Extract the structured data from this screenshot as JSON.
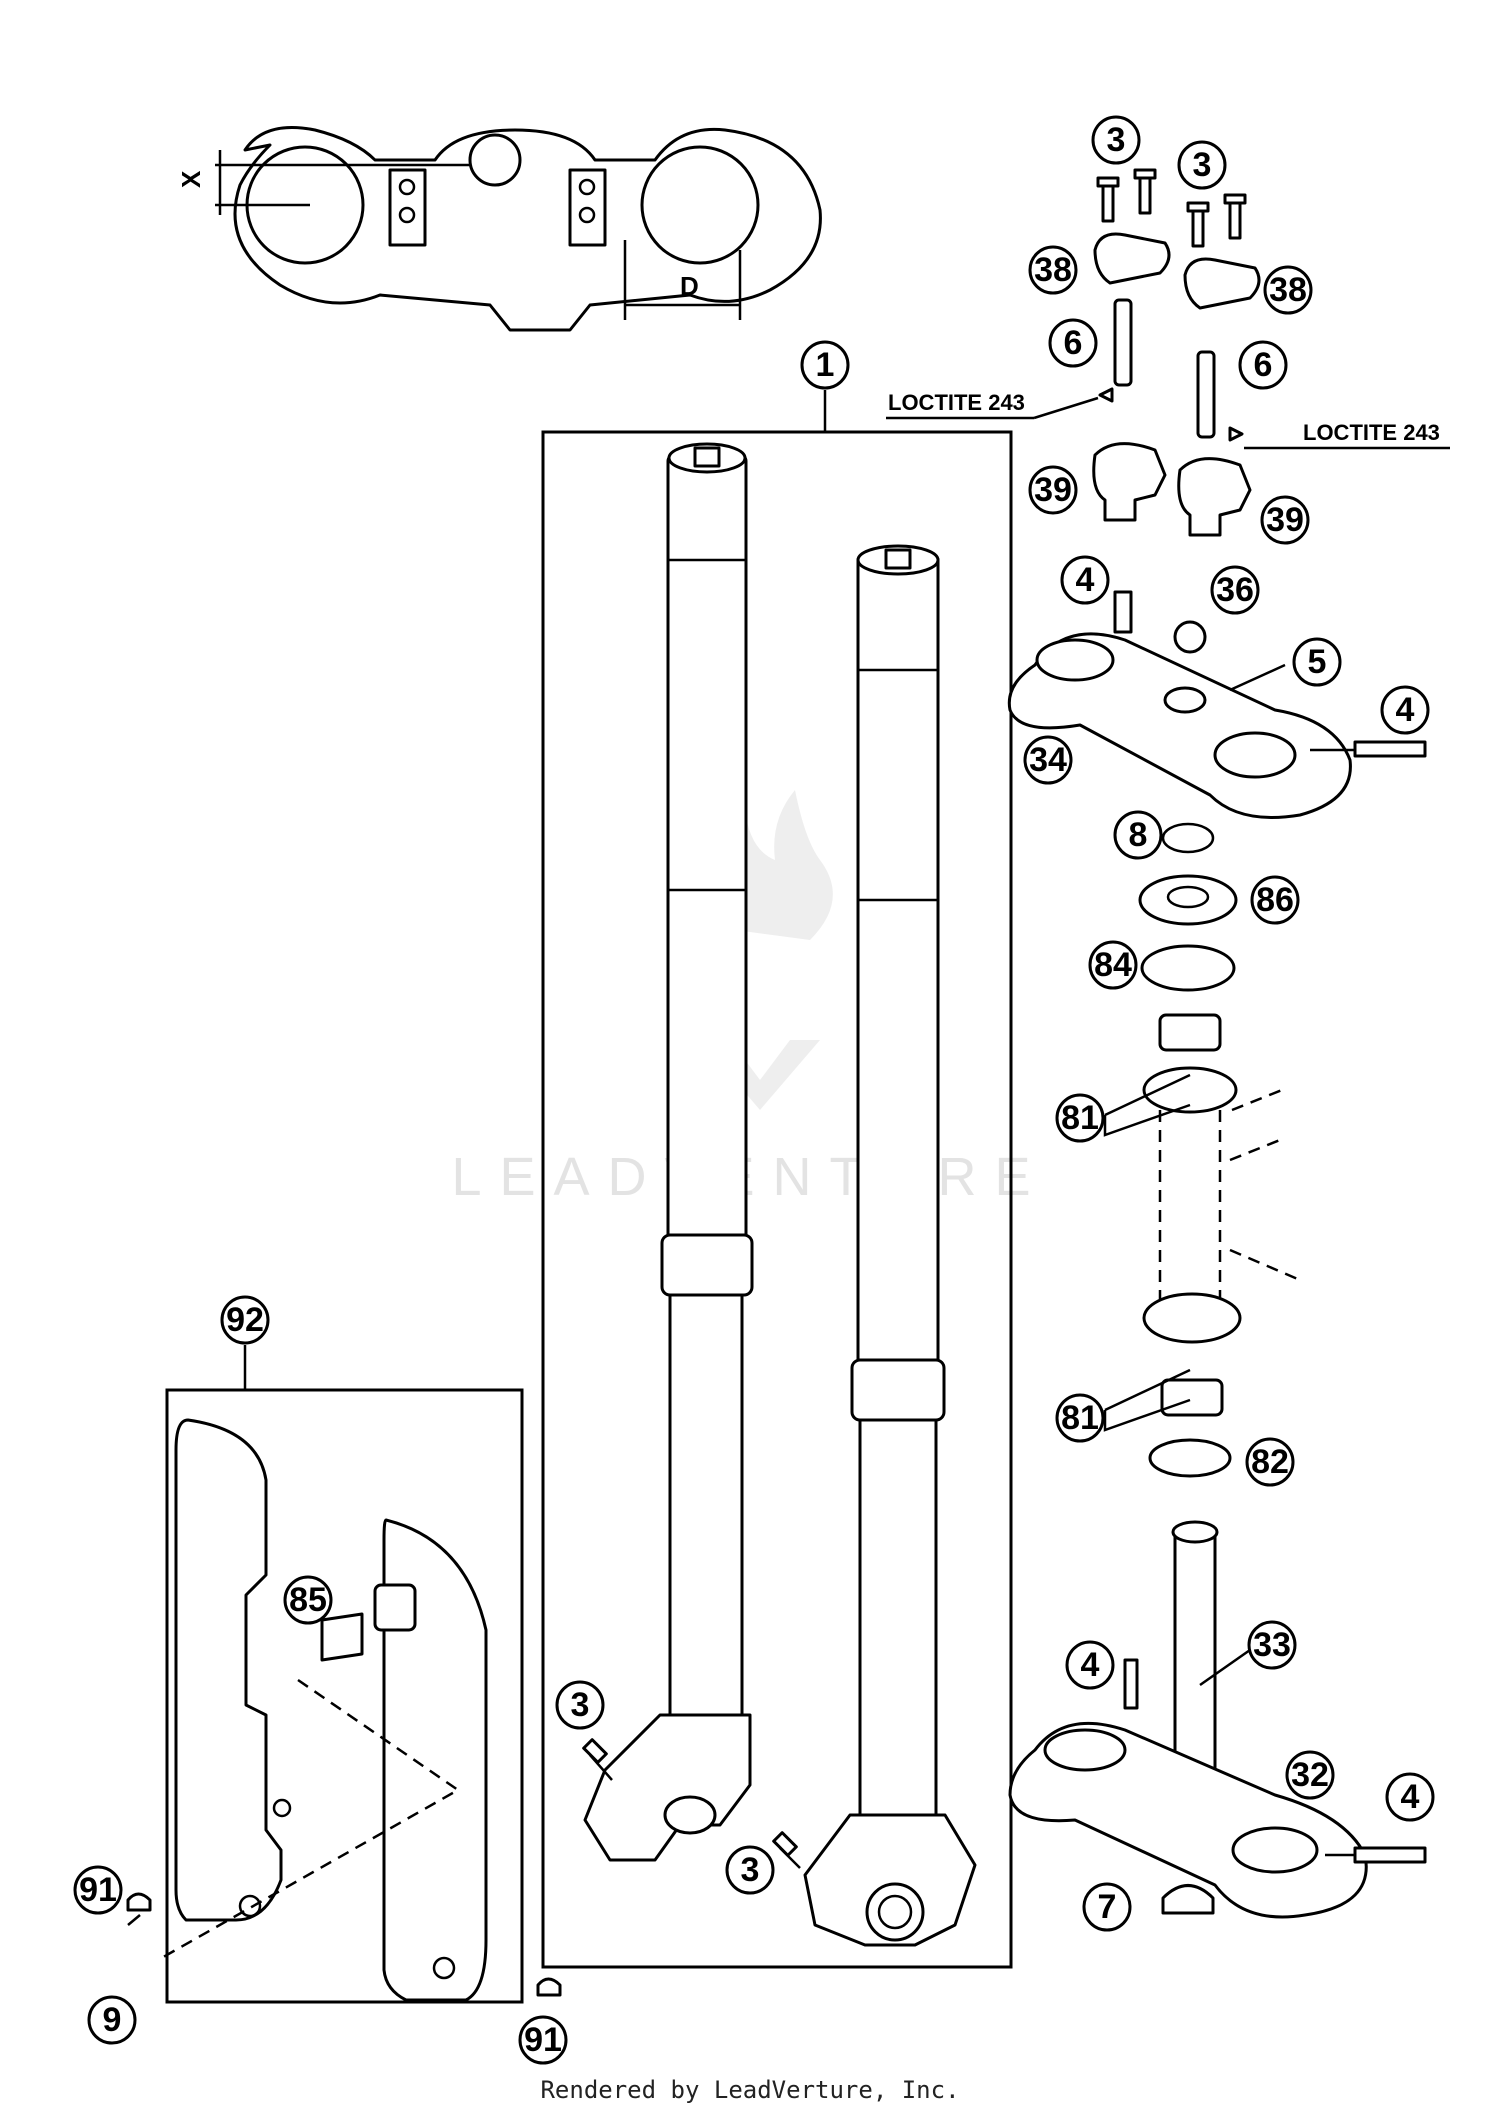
{
  "callouts": [
    {
      "label": "1"
    },
    {
      "label": "3"
    },
    {
      "label": "3"
    },
    {
      "label": "38"
    },
    {
      "label": "38"
    },
    {
      "label": "6"
    },
    {
      "label": "6"
    },
    {
      "label": "39"
    },
    {
      "label": "39"
    },
    {
      "label": "4"
    },
    {
      "label": "36"
    },
    {
      "label": "5"
    },
    {
      "label": "4"
    },
    {
      "label": "34"
    },
    {
      "label": "8"
    },
    {
      "label": "86"
    },
    {
      "label": "84"
    },
    {
      "label": "81"
    },
    {
      "label": "81"
    },
    {
      "label": "82"
    },
    {
      "label": "33"
    },
    {
      "label": "4"
    },
    {
      "label": "32"
    },
    {
      "label": "4"
    },
    {
      "label": "7"
    },
    {
      "label": "92"
    },
    {
      "label": "85"
    },
    {
      "label": "3"
    },
    {
      "label": "3"
    },
    {
      "label": "91"
    },
    {
      "label": "9"
    },
    {
      "label": "91"
    }
  ],
  "annotations": {
    "loctite_left": "LOCTITE 243",
    "loctite_right": "LOCTITE 243",
    "dim_x": "X",
    "dim_d": "D"
  },
  "watermark": "LEADVENTURE",
  "footer": "Rendered by LeadVerture, Inc."
}
